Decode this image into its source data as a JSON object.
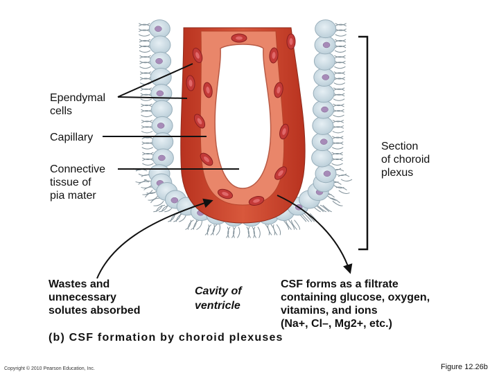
{
  "labels": {
    "ependymal": [
      "Ependymal",
      "cells"
    ],
    "capillary": [
      "Capillary"
    ],
    "connective": [
      "Connective",
      "tissue of",
      "pia mater"
    ],
    "section": [
      "Section",
      "of choroid",
      "plexus"
    ],
    "wastes": [
      "Wastes and",
      "unnecessary",
      "solutes absorbed"
    ],
    "cavity": [
      "Cavity of",
      "ventricle"
    ],
    "csf": [
      "CSF forms as a filtrate",
      "containing glucose, oxygen,",
      "vitamins, and ions"
    ],
    "csf_ions": "(Na+, Cl–, Mg2+, etc.)"
  },
  "caption": "(b) CSF formation by choroid plexuses",
  "copyright": "Copyright © 2010 Pearson Education, Inc.",
  "figure": "Figure 12.26b",
  "colors": {
    "epithelium_fill": "#c9dbe4",
    "epithelium_edge": "#98aeba",
    "nucleus": "#a78bb8",
    "tissue": "#c9412c",
    "tissue_light": "#e37b5d",
    "rbc": "#c33a38",
    "core": "#ffffff",
    "cilia": "#7f8f98"
  }
}
